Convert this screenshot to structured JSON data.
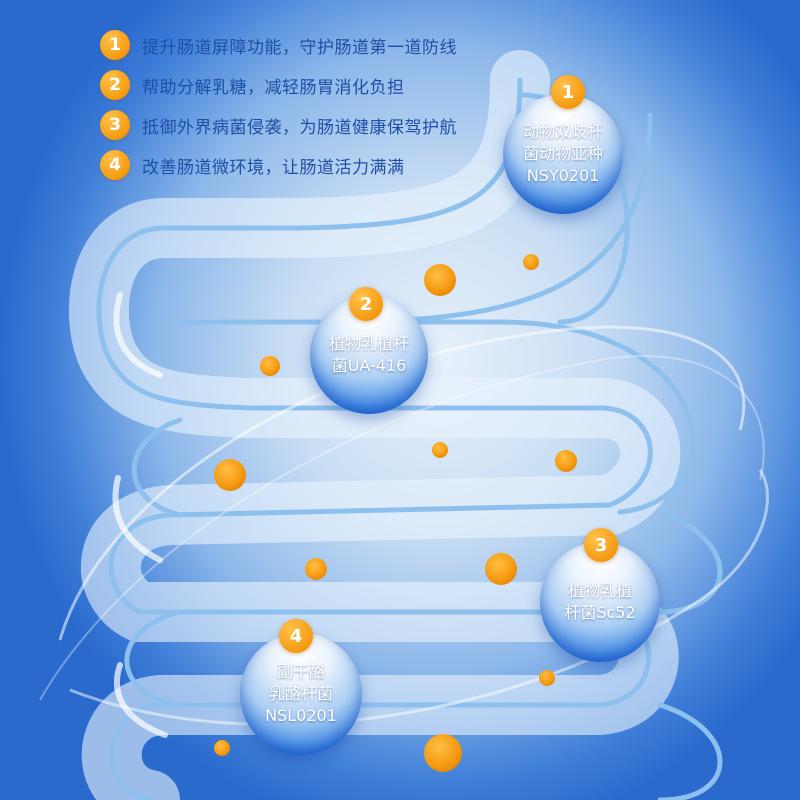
{
  "benefits": [
    {
      "num": "1",
      "text": "提升肠道屏障功能，守护肠道第一道防线"
    },
    {
      "num": "2",
      "text": "帮助分解乳糖，减轻肠胃消化负担"
    },
    {
      "num": "3",
      "text": "抵御外界病菌侵袭，为肠道健康保驾护航"
    },
    {
      "num": "4",
      "text": "改善肠道微环境，让肠道活力满满"
    }
  ],
  "strains": [
    {
      "num": "1",
      "name": "动物双歧杆\n菌动物亚种\nNSY0201"
    },
    {
      "num": "2",
      "name": "植物乳植杆\n菌UA-416"
    },
    {
      "num": "3",
      "name": "植物乳植\n杆菌Sc52"
    },
    {
      "num": "4",
      "name": "副干酪\n乳酪杆菌\nNSL0201"
    }
  ],
  "colors": {
    "accent_orange": "#f59a10",
    "text_blue": "#1d4fa5",
    "bubble_blue": "#2f7ee3",
    "intestine_stroke": "#8ec0ee"
  }
}
